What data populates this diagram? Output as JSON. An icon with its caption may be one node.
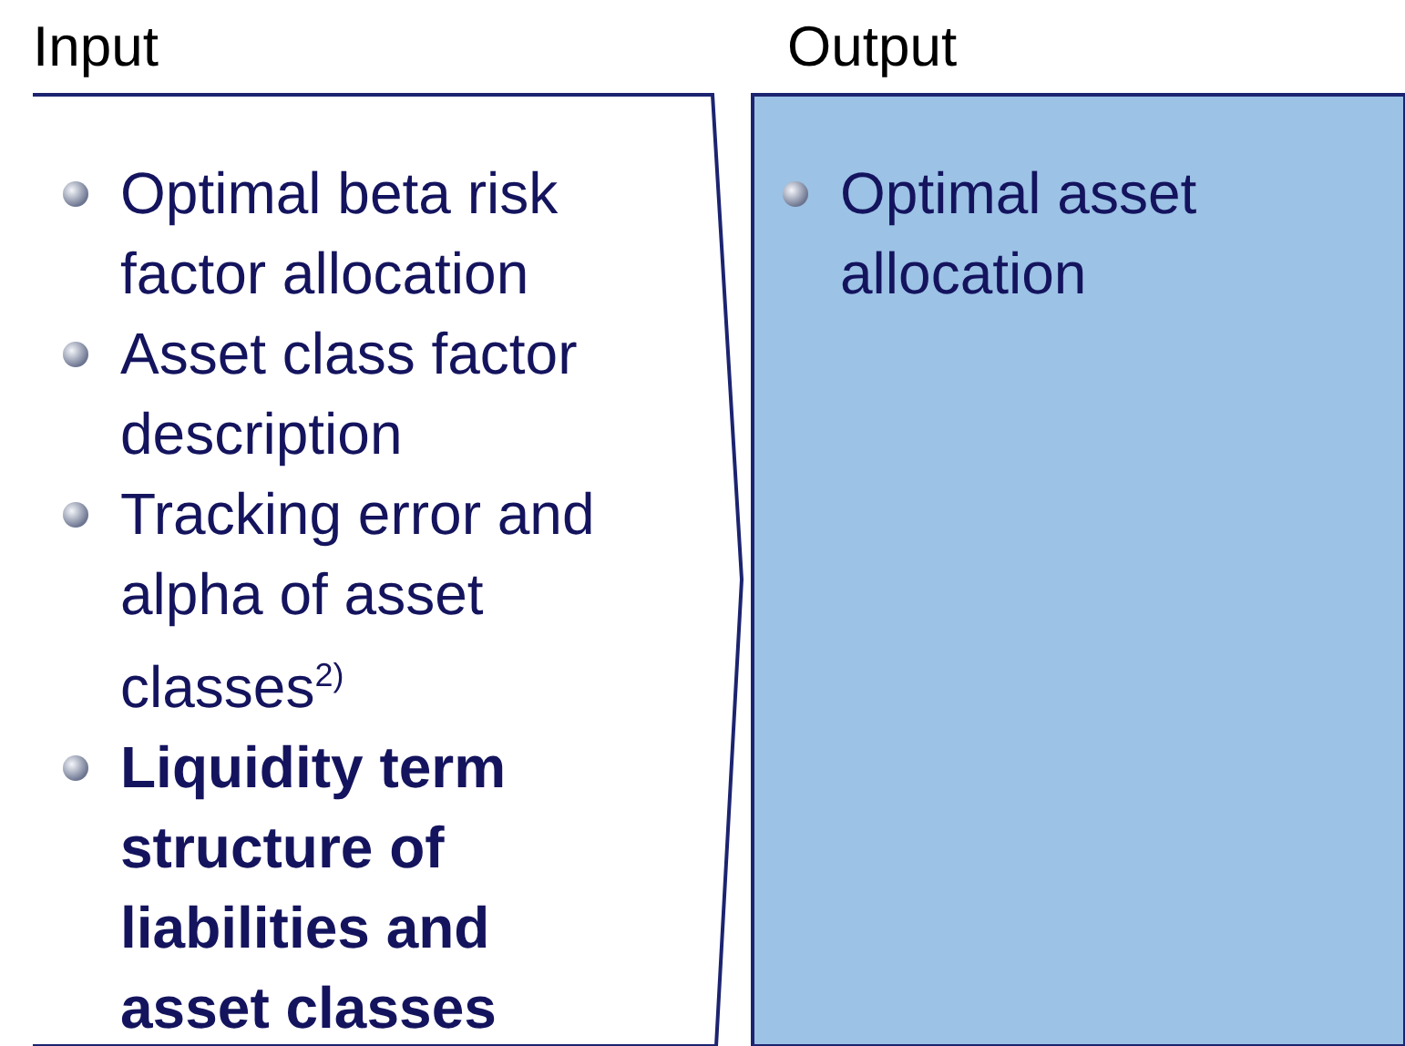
{
  "diagram": {
    "nodes": [
      {
        "text": [
          "Input",
          "Optimal beta risk factor allocation",
          "Asset class factor description",
          "Tracking error and alpha of asset classes$^{2)}$",
          "Liquidity term structure of liabilities and asset classes"
        ]
      },
      {
        "text": [
          "Output",
          "Optimal asset allocation"
        ]
      }
    ],
    "edges": []
  }
}
